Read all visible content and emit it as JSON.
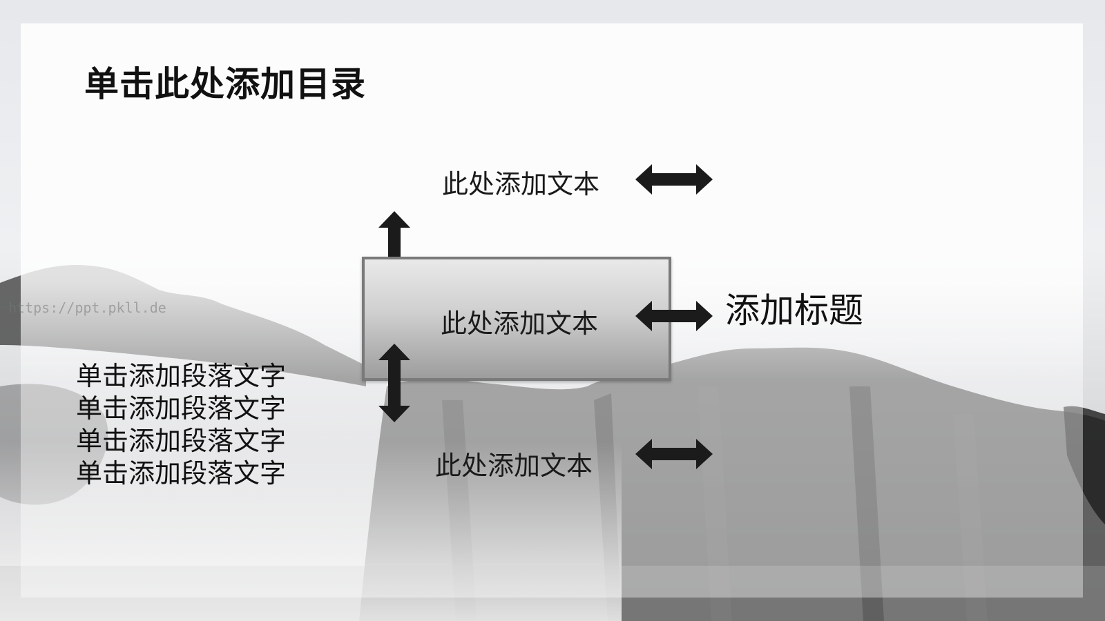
{
  "slide": {
    "title": "单击此处添加目录",
    "watermark": "https://ppt.pkll.de",
    "labels": {
      "top": "此处添加文本",
      "center": "此处添加文本",
      "bottom": "此处添加文本"
    },
    "heading": "添加标题",
    "paragraph": [
      "单击添加段落文字",
      "单击添加段落文字",
      "单击添加段落文字",
      "单击添加段落文字"
    ]
  },
  "icons": {
    "horizontal": "double-arrow-horizontal-icon",
    "vertical": "double-arrow-vertical-icon"
  },
  "colors": {
    "arrow": "#1b1b1b",
    "text": "#111111",
    "box_border": "#7a7a7a"
  }
}
